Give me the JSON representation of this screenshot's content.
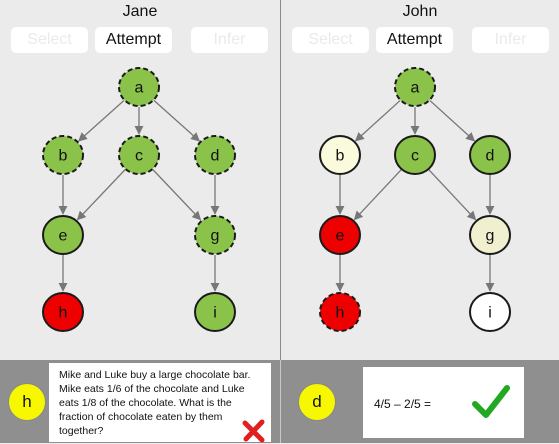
{
  "left_panel": {
    "title": "Jane",
    "buttons": {
      "select": "Select",
      "attempt": "Attempt",
      "infer": "Infer"
    },
    "nodes": [
      {
        "id": "a",
        "fill": "#8bc34a",
        "dashed": true
      },
      {
        "id": "b",
        "fill": "#8bc34a",
        "dashed": true
      },
      {
        "id": "c",
        "fill": "#8bc34a",
        "dashed": true
      },
      {
        "id": "d",
        "fill": "#8bc34a",
        "dashed": true
      },
      {
        "id": "e",
        "fill": "#8bc34a",
        "dashed": false
      },
      {
        "id": "g",
        "fill": "#8bc34a",
        "dashed": true
      },
      {
        "id": "h",
        "fill": "#ee0000",
        "dashed": false
      },
      {
        "id": "i",
        "fill": "#8bc34a",
        "dashed": false
      }
    ]
  },
  "right_panel": {
    "title": "John",
    "buttons": {
      "select": "Select",
      "attempt": "Attempt",
      "infer": "Infer"
    },
    "nodes": [
      {
        "id": "a",
        "fill": "#8bc34a",
        "dashed": true
      },
      {
        "id": "b",
        "fill": "#fafadc",
        "dashed": false
      },
      {
        "id": "c",
        "fill": "#8bc34a",
        "dashed": false
      },
      {
        "id": "d",
        "fill": "#8bc34a",
        "dashed": false
      },
      {
        "id": "e",
        "fill": "#ee0000",
        "dashed": false
      },
      {
        "id": "g",
        "fill": "#f0f0d0",
        "dashed": false
      },
      {
        "id": "h",
        "fill": "#ee0000",
        "dashed": true
      },
      {
        "id": "i",
        "fill": "#ffffff",
        "dashed": false
      }
    ]
  },
  "edges": [
    [
      "a",
      "b"
    ],
    [
      "a",
      "c"
    ],
    [
      "a",
      "d"
    ],
    [
      "b",
      "e"
    ],
    [
      "c",
      "e"
    ],
    [
      "c",
      "g"
    ],
    [
      "d",
      "g"
    ],
    [
      "e",
      "h"
    ],
    [
      "g",
      "i"
    ]
  ],
  "bottom_left": {
    "badge": "h",
    "problem": "Mike and Luke buy a large chocolate bar. Mike eats 1/6 of the chocolate and Luke eats 1/8 of the chocolate. What is the fraction of chocolate eaten by them together?",
    "result_icon": "x-mark-icon",
    "result_color": "#e02020"
  },
  "bottom_right": {
    "badge": "d",
    "expression": "4/5 – 2/5 =",
    "result_icon": "checkmark-icon",
    "result_color": "#22a822"
  }
}
